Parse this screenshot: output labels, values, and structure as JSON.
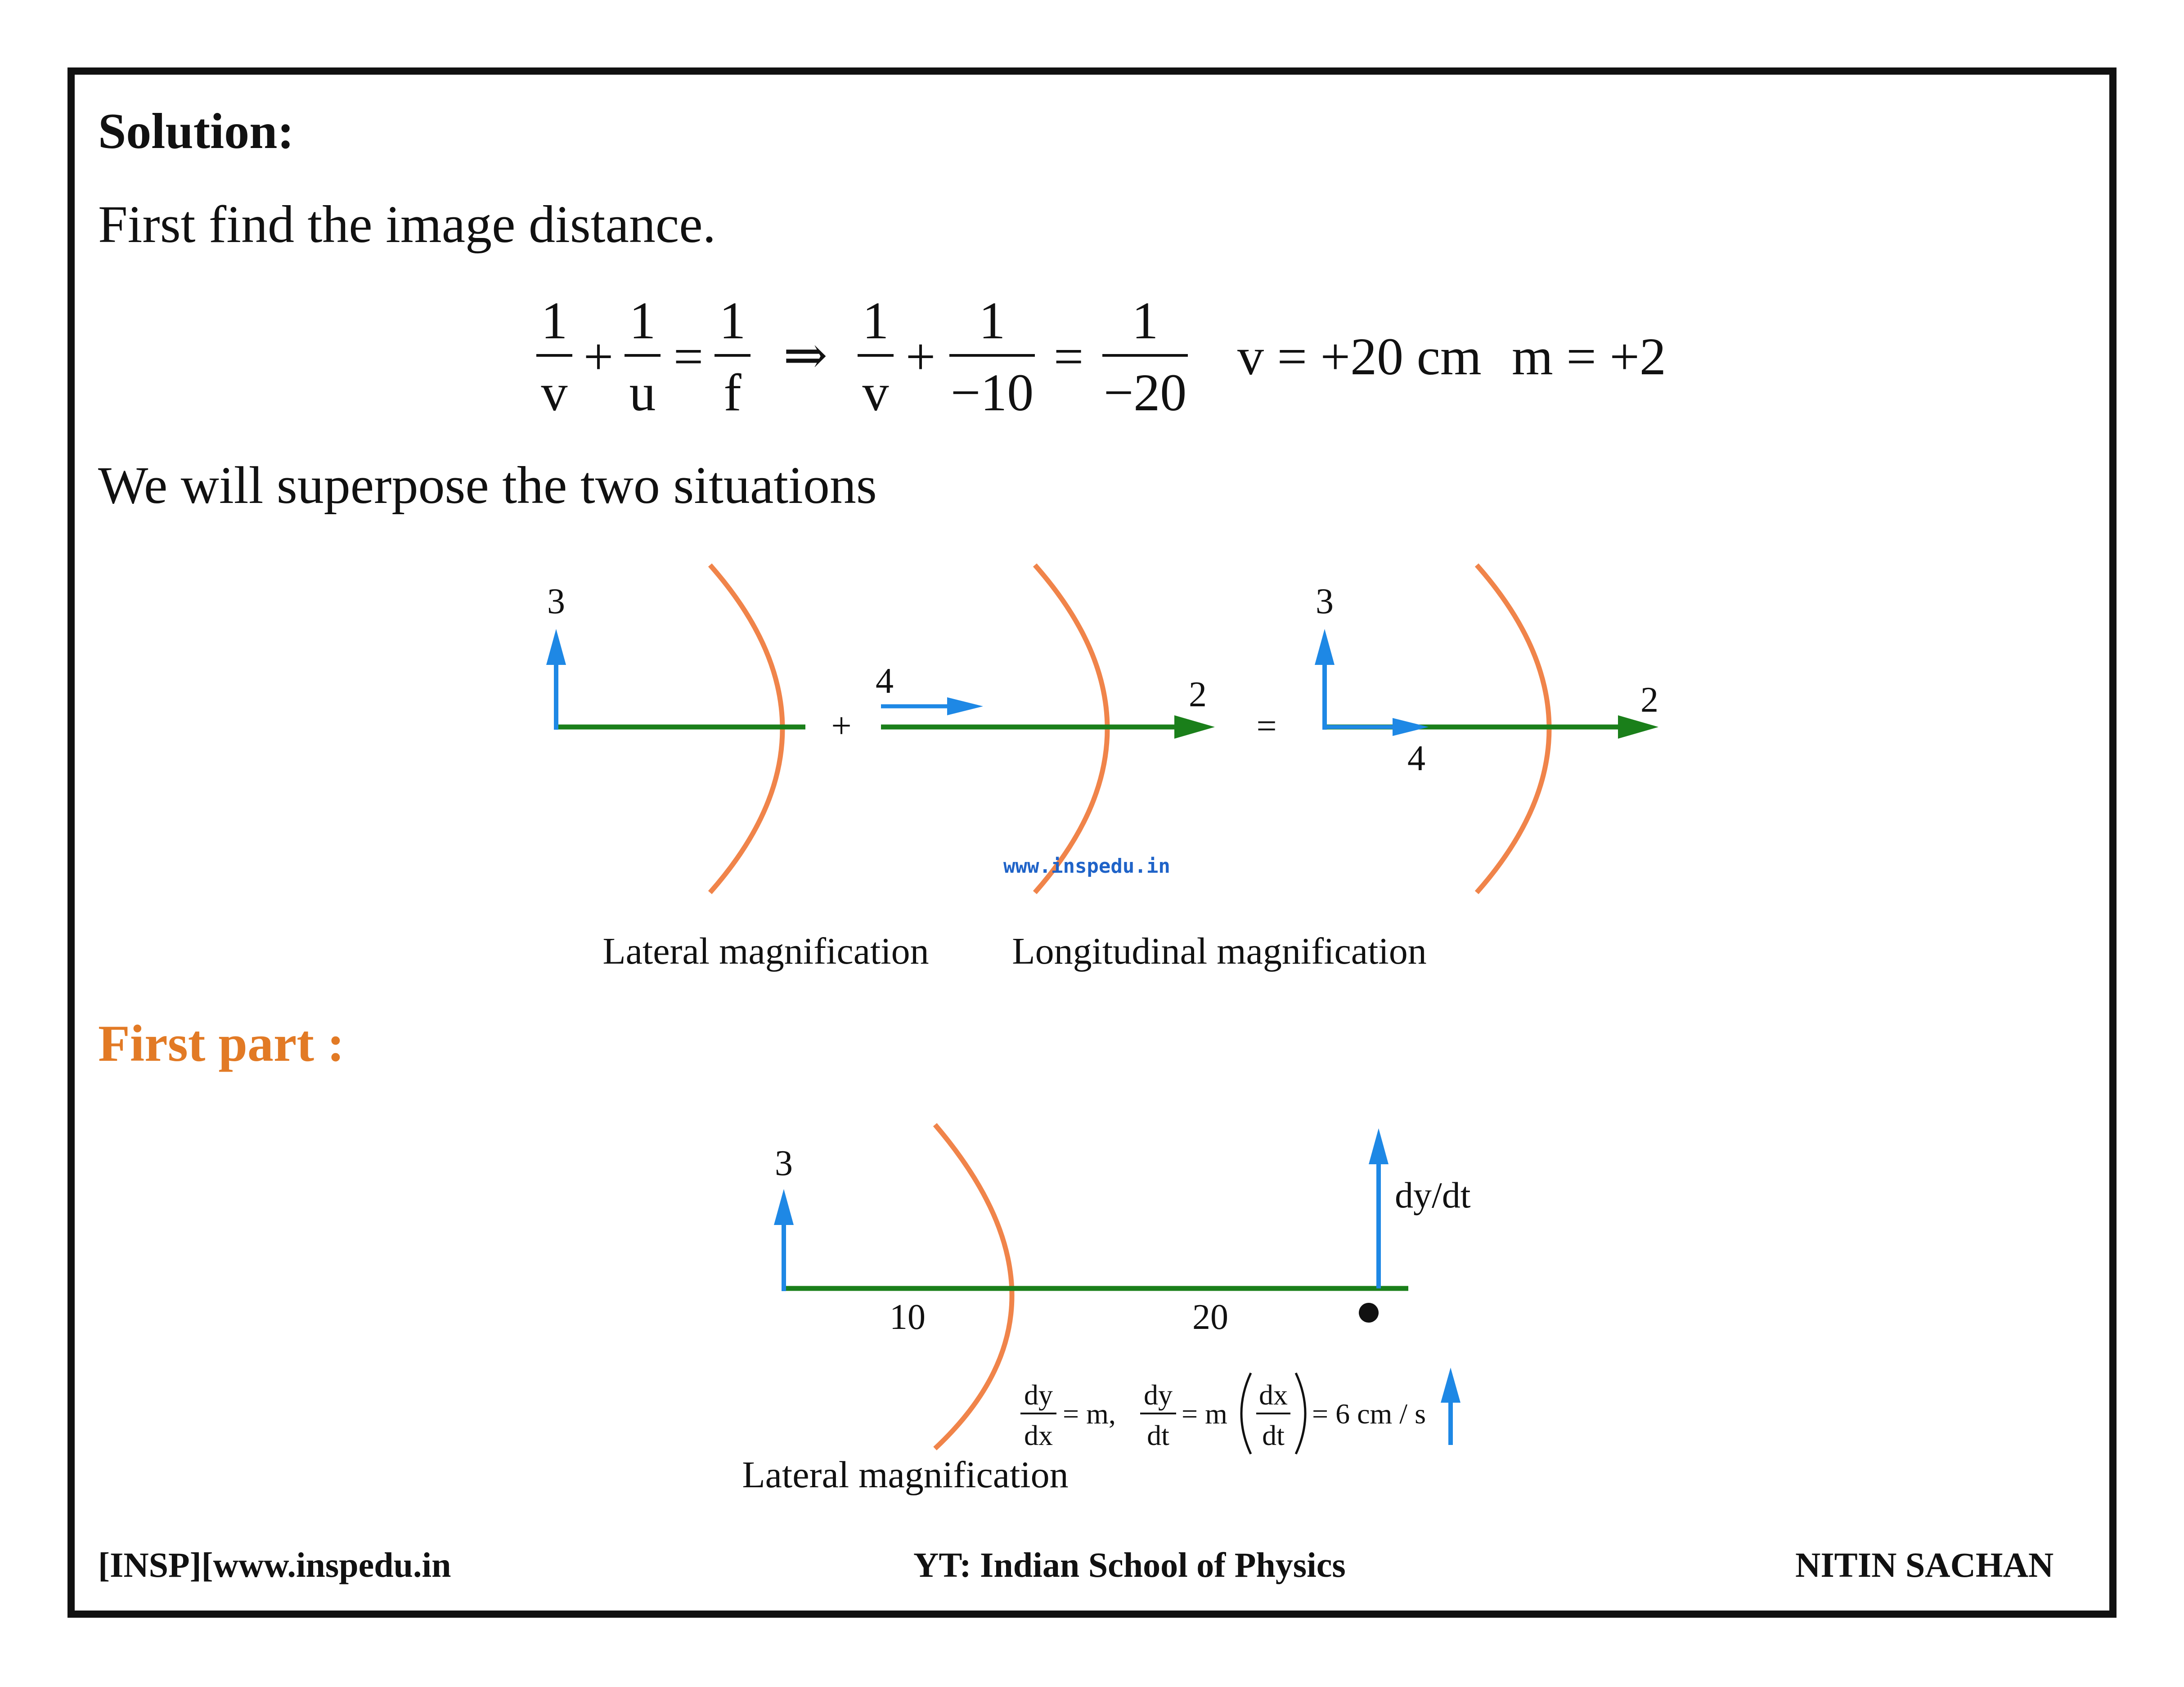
{
  "heading": "Solution:",
  "line1": "First find the image distance.",
  "equation": {
    "t1_num": "1",
    "t1_den": "v",
    "plus1": "+",
    "t2_num": "1",
    "t2_den": "u",
    "eq1": "=",
    "t3_num": "1",
    "t3_den": "f",
    "implies": "⇒",
    "t4_num": "1",
    "t4_den": "v",
    "plus2": "+",
    "t5_num": "1",
    "t5_den": "−10",
    "eq2": "=",
    "t6_num": "1",
    "t6_den": "−20",
    "result_v": "v = +20 cm",
    "result_m": "m = +2"
  },
  "line2": "We will superpose the two situations",
  "diagram1": {
    "label_3_left": "3",
    "plus": "+",
    "label_4_top": "4",
    "label_2_mid": "2",
    "equals": "=",
    "label_3_right": "3",
    "label_4_bottom": "4",
    "label_2_right": "2",
    "watermark": "www.inspedu.in",
    "caption_left": "Lateral magnification",
    "caption_right": "Longitudinal magnification"
  },
  "first_part": "First part :",
  "diagram2": {
    "label_3": "3",
    "label_dydt": "dy/dt",
    "label_10": "10",
    "label_20": "20",
    "formula": {
      "f1_num": "dy",
      "f1_den": "dx",
      "f1_rest": "= m,",
      "f2_num": "dy",
      "f2_den": "dt",
      "f2_eq": "= m",
      "f3_num": "dx",
      "f3_den": "dt",
      "f3_rest": "= 6 cm / s"
    },
    "caption": "Lateral magnification"
  },
  "footer": {
    "left": "[INSP][www.inspedu.in",
    "center": "YT: Indian School of Physics",
    "right": "NITIN SACHAN"
  },
  "colors": {
    "axis": "#1a7f1a",
    "arrow": "#1e88e5",
    "mirror": "#f0844a",
    "accent": "#e27a25"
  }
}
